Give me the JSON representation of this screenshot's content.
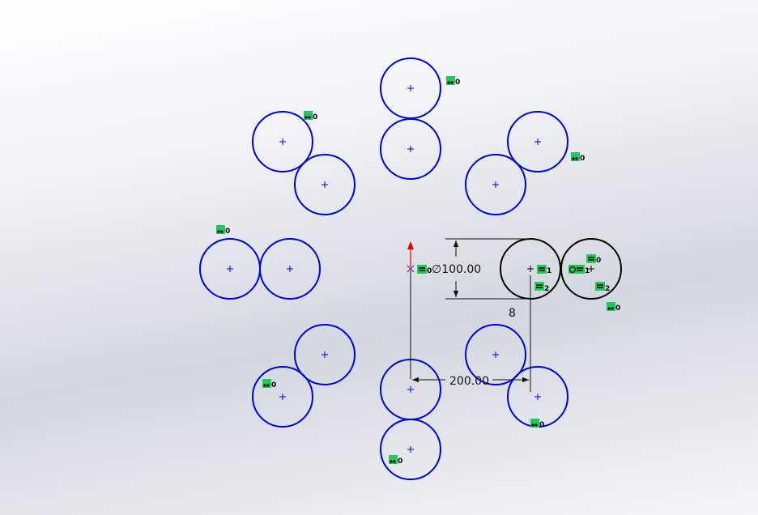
{
  "sketch": {
    "dimensions": {
      "diameter": "∅100.00",
      "distance": "200.00",
      "pattern_count": "8"
    },
    "relation_badges": [
      {
        "label": "0"
      },
      {
        "label": "0"
      },
      {
        "label": "0"
      },
      {
        "label": "0"
      },
      {
        "label": "0"
      },
      {
        "label": "0"
      },
      {
        "label": "0"
      },
      {
        "label": "0"
      },
      {
        "label": "0"
      },
      {
        "label": "1"
      },
      {
        "label": "2"
      },
      {
        "label": "0"
      },
      {
        "label": "1"
      },
      {
        "label": "2"
      }
    ],
    "colors": {
      "pattern_circle": "#0000e0",
      "seed_circle": "#000000",
      "relation_badge": "#21c85a",
      "origin_y_axis": "#e00000",
      "origin_marker": "#5a2ea0"
    }
  }
}
